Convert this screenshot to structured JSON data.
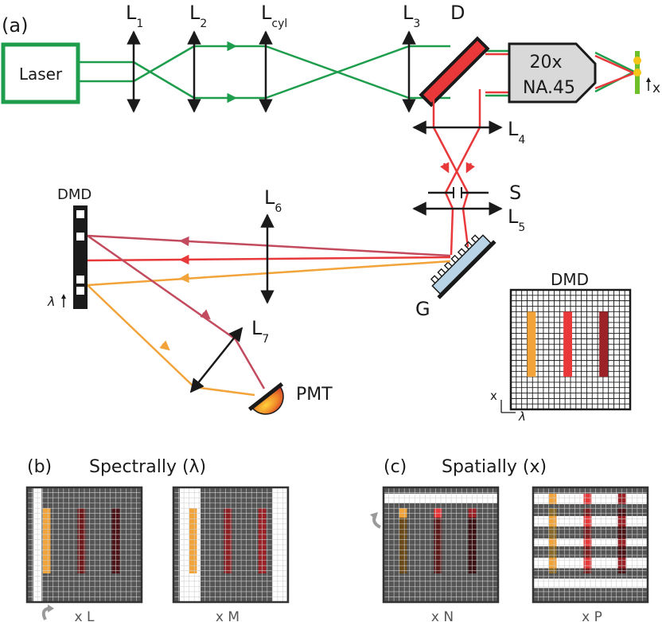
{
  "panels": {
    "a": "(a)",
    "b": "(b)",
    "c": "(c)"
  },
  "setup": {
    "laser": "Laser",
    "lenses": {
      "l1": {
        "main": "L",
        "sub": "1"
      },
      "l2": {
        "main": "L",
        "sub": "2"
      },
      "lcyl": {
        "main": "L",
        "sub": "cyl"
      },
      "l3": {
        "main": "L",
        "sub": "3"
      },
      "l4": {
        "main": "L",
        "sub": "4"
      },
      "l5": {
        "main": "L",
        "sub": "5"
      },
      "l6": {
        "main": "L",
        "sub": "6"
      },
      "l7": {
        "main": "L",
        "sub": "7"
      }
    },
    "dichroic": "D",
    "objective": {
      "mag": "20x",
      "na": "NA.45"
    },
    "sample_axis": "x",
    "slit": "S",
    "grating": "G",
    "dmd": "DMD",
    "dmd_axis": "λ",
    "pmt": "PMT"
  },
  "inset": {
    "title": "DMD",
    "x_axis": "λ",
    "y_axis": "x"
  },
  "modes": {
    "b_title": "Spectrally (λ)",
    "c_title": "Spatially (x)",
    "b_left_caption": "x L",
    "b_right_caption": "x M",
    "c_left_caption": "x N",
    "c_right_caption": "x P"
  },
  "colors": {
    "green": "#1e9e4c",
    "red": "#e8383a",
    "crimson": "#c24b5e",
    "orange": "#f2a33a",
    "dark_red": "#9b2226",
    "grid_dark": "#555555",
    "ink": "#1a1a1a",
    "gray_icon": "#9a9a9a"
  }
}
